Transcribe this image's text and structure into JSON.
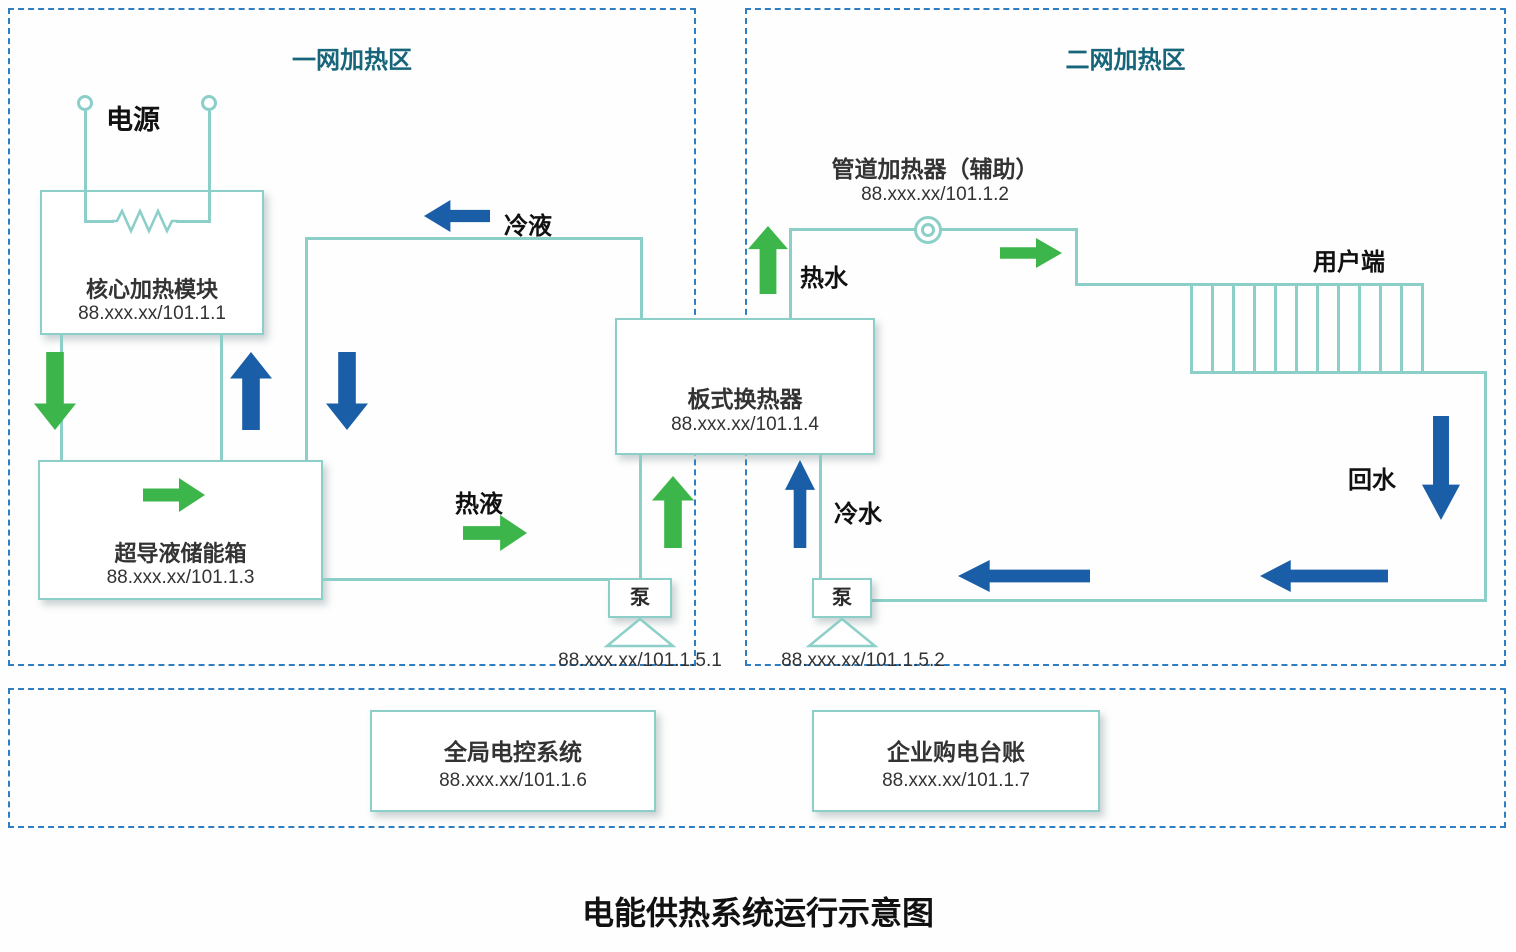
{
  "diagram": {
    "title": "电能供热系统运行示意图"
  },
  "primary_zone": {
    "title": "一网加热区",
    "power_label": "电源",
    "core_module_name": "核心加热模块",
    "core_module_id": "88.xxx.xx/101.1.1",
    "storage_tank_name": "超导液储能箱",
    "storage_tank_id": "88.xxx.xx/101.1.3",
    "cold_liquid_label": "冷液",
    "hot_liquid_label": "热液",
    "pump_label": "泵",
    "pump_id": "88.xxx.xx/101.1.5.1"
  },
  "secondary_zone": {
    "title": "二网加热区",
    "pipe_heater_name": "管道加热器（辅助）",
    "pipe_heater_id": "88.xxx.xx/101.1.2",
    "hot_water_label": "热水",
    "cold_water_label": "冷水",
    "user_end_label": "用户端",
    "return_water_label": "回水",
    "pump_label": "泵",
    "pump_id": "88.xxx.xx/101.1.5.2"
  },
  "heat_exchanger": {
    "name": "板式换热器",
    "id": "88.xxx.xx/101.1.4"
  },
  "control_section": {
    "control_system_name": "全局电控系统",
    "control_system_id": "88.xxx.xx/101.1.6",
    "ledger_name": "企业购电台账",
    "ledger_id": "88.xxx.xx/101.1.7"
  },
  "colors": {
    "zone_border": "#2f7ec2",
    "pipe": "#8ccfc9",
    "green_flow": "#3cb54a",
    "blue_flow": "#1a5ea8",
    "zone_title": "#17657a"
  }
}
